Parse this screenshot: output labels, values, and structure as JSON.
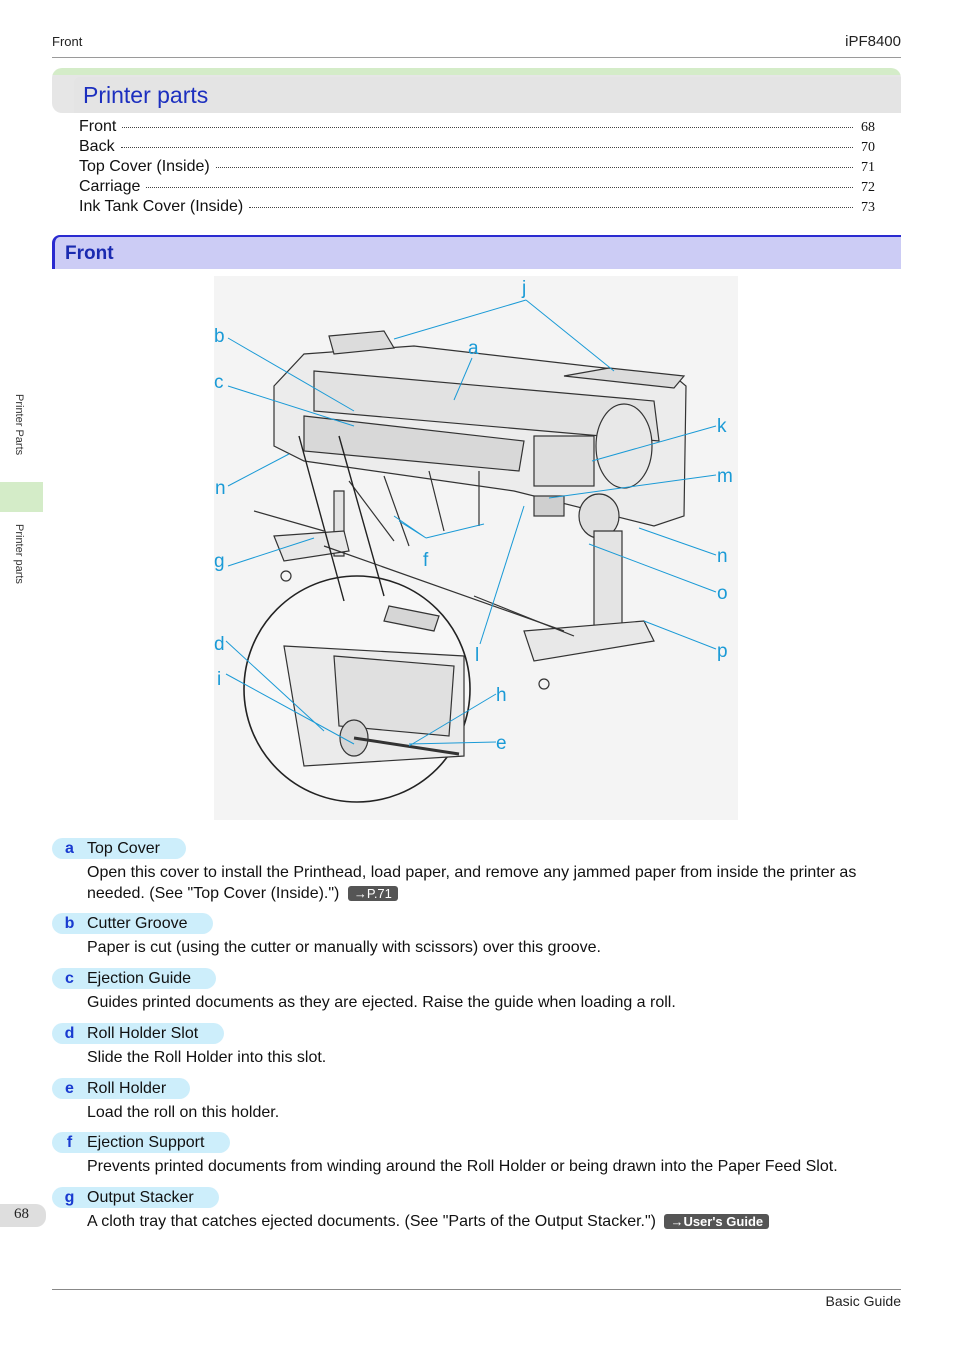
{
  "header": {
    "left": "Front",
    "right": "iPF8400"
  },
  "title": "Printer parts",
  "toc": [
    {
      "label": "Front",
      "page": "68"
    },
    {
      "label": "Back",
      "page": "70"
    },
    {
      "label": "Top Cover (Inside)",
      "page": "71"
    },
    {
      "label": "Carriage",
      "page": "72"
    },
    {
      "label": "Ink Tank Cover (Inside)",
      "page": "73"
    }
  ],
  "section": "Front",
  "figure_labels": [
    "j",
    "a",
    "b",
    "c",
    "k",
    "m",
    "n",
    "f",
    "n",
    "g",
    "o",
    "d",
    "l",
    "p",
    "i",
    "h",
    "e"
  ],
  "side": {
    "tab1": "Printer Parts",
    "tab2": "Printer parts"
  },
  "page_number": "68",
  "items": [
    {
      "letter": "a",
      "name": "Top Cover",
      "desc": "Open this cover to install the Printhead, load paper, and remove any jammed paper from inside the printer as needed.  (See \"Top Cover (Inside).\")",
      "ref": "→P.71"
    },
    {
      "letter": "b",
      "name": "Cutter Groove",
      "desc": "Paper is cut (using the cutter or manually with scissors) over this groove.",
      "ref": ""
    },
    {
      "letter": "c",
      "name": "Ejection Guide",
      "desc": "Guides printed documents as they are ejected. Raise the guide when loading a roll.",
      "ref": ""
    },
    {
      "letter": "d",
      "name": "Roll Holder Slot",
      "desc": "Slide the Roll Holder into this slot.",
      "ref": ""
    },
    {
      "letter": "e",
      "name": "Roll Holder",
      "desc": "Load the roll on this holder.",
      "ref": ""
    },
    {
      "letter": "f",
      "name": "Ejection Support",
      "desc": "Prevents printed documents from winding around the Roll Holder or being drawn into the Paper Feed Slot.",
      "ref": ""
    },
    {
      "letter": "g",
      "name": "Output Stacker",
      "desc": "A cloth tray that catches ejected documents.  (See \"Parts of the Output Stacker.\")",
      "ref": "→User's Guide"
    }
  ],
  "footer": "Basic Guide"
}
